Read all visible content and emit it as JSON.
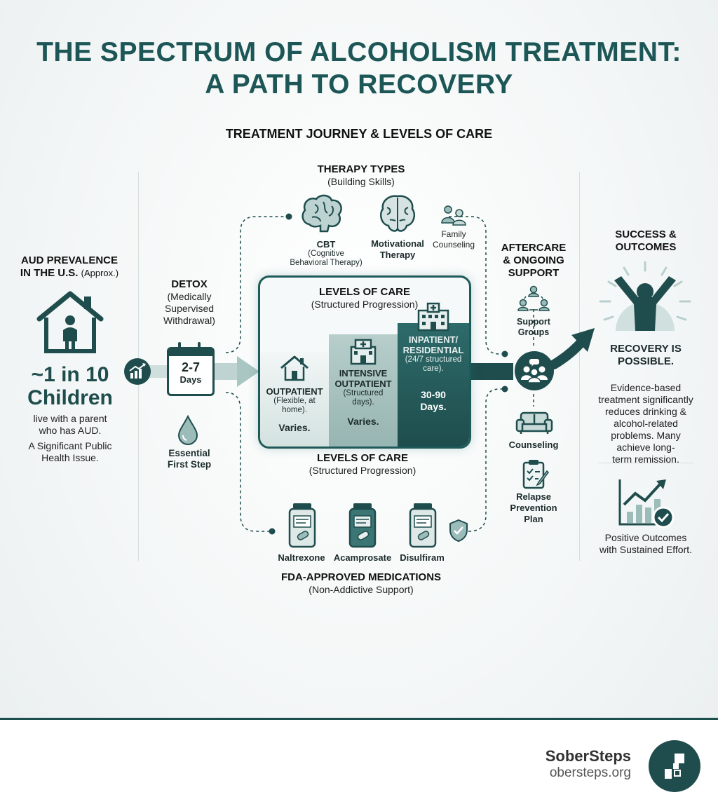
{
  "title": {
    "line1": "THE SPECTRUM OF ALCOHOLISM TREATMENT:",
    "line2": "A PATH TO RECOVERY"
  },
  "subtitle": "TREATMENT JOURNEY & LEVELS OF CARE",
  "prevalence": {
    "heading": "AUD PREVALENCE",
    "heading2": "IN THE U.S.",
    "note": "(Approx.)",
    "stat1": "~1 in 10",
    "stat2": "Children",
    "desc1": "live with a parent",
    "desc2": "who has AUD.",
    "desc3": "A Significant Public",
    "desc4": "Health Issue."
  },
  "detox": {
    "heading": "DETOX",
    "sub1": "(Medically",
    "sub2": "Supervised",
    "sub3": "Withdrawal)",
    "range": "2-7",
    "unit": "Days",
    "step1": "Essential",
    "step2": "First Step"
  },
  "therapy": {
    "heading": "THERAPY TYPES",
    "sub": "(Building Skills)",
    "cbt": "CBT",
    "cbt_sub1": "(Cognitive",
    "cbt_sub2": "Behavioral Therapy)",
    "motivational1": "Motivational",
    "motivational2": "Therapy",
    "family1": "Family",
    "family2": "Counseling"
  },
  "levels_card": {
    "heading": "LEVELS OF CARE",
    "sub": "(Structured Progression)",
    "outpatient": {
      "name": "OUTPATIENT",
      "desc1": "(Flexible, at",
      "desc2": "home).",
      "duration": "Varies."
    },
    "intensive": {
      "name1": "INTENSIVE",
      "name2": "OUTPATIENT",
      "desc1": "(Structured",
      "desc2": "days).",
      "duration": "Varies."
    },
    "inpatient": {
      "name1": "INPATIENT/",
      "name2": "RESIDENTIAL",
      "desc1": "(24/7 structured",
      "desc2": "care).",
      "duration1": "30-90",
      "duration2": "Days."
    }
  },
  "levels_below": {
    "heading": "LEVELS OF CARE",
    "sub": "(Structured Progression)"
  },
  "medications": {
    "items": [
      "Naltrexone",
      "Acamprosate",
      "Disulfiram"
    ],
    "heading": "FDA-APPROVED MEDICATIONS",
    "sub": "(Non-Addictive Support)"
  },
  "aftercare": {
    "heading1": "AFTERCARE",
    "heading2": "& ONGOING",
    "heading3": "SUPPORT",
    "support1": "Support",
    "support2": "Groups",
    "counseling": "Counseling",
    "relapse1": "Relapse",
    "relapse2": "Prevention",
    "relapse3": "Plan"
  },
  "success": {
    "heading1": "SUCCESS &",
    "heading2": "OUTCOMES",
    "recovery1": "RECOVERY IS",
    "recovery2": "POSSIBLE.",
    "desc": [
      "Evidence-based",
      "treatment significantly",
      "reduces drinking &",
      "alcohol-related",
      "problems. Many",
      "achieve long-",
      "term remission."
    ],
    "outcome1": "Positive Outcomes",
    "outcome2": "with Sustained Effort."
  },
  "brand": {
    "name": "SoberSteps",
    "url": "obersteps.org"
  },
  "colors": {
    "primary": "#1d5656",
    "dark": "#1f4d4d",
    "mid": "#8fb1ae",
    "light": "#dfe9e8"
  }
}
